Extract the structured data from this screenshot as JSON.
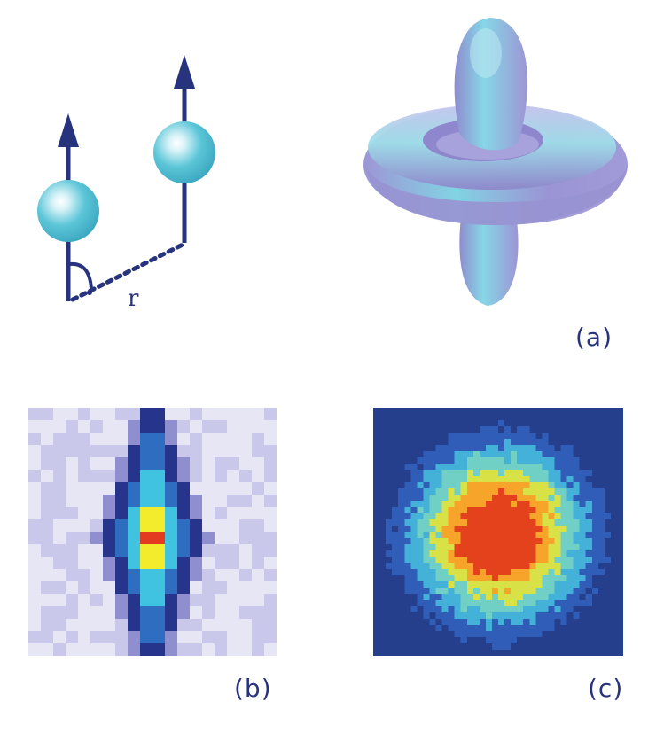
{
  "panels": {
    "a": {
      "label": "(a)",
      "distance_label": "r"
    },
    "b": {
      "label": "(b)"
    },
    "c": {
      "label": "(c)"
    }
  },
  "colors": {
    "arrow": "#27337d",
    "atom": "#5cc6d8",
    "lobe_light": "#8fdbe8",
    "lobe_dark": "#9a8fd0",
    "colormap_b": [
      "#e6e6f4",
      "#c9c8ea",
      "#8f8fd0",
      "#26348c",
      "#2f6dc0",
      "#3fc3e0",
      "#f3ec2c",
      "#e33b1f"
    ],
    "colormap_c": [
      "#263f8c",
      "#2f5db8",
      "#43b1d8",
      "#71d0c6",
      "#d8e247",
      "#f6a52a",
      "#e3421c"
    ]
  },
  "icons": [
    "spin-up-arrow-icon",
    "atom-sphere-icon",
    "dipole-pattern-icon"
  ]
}
